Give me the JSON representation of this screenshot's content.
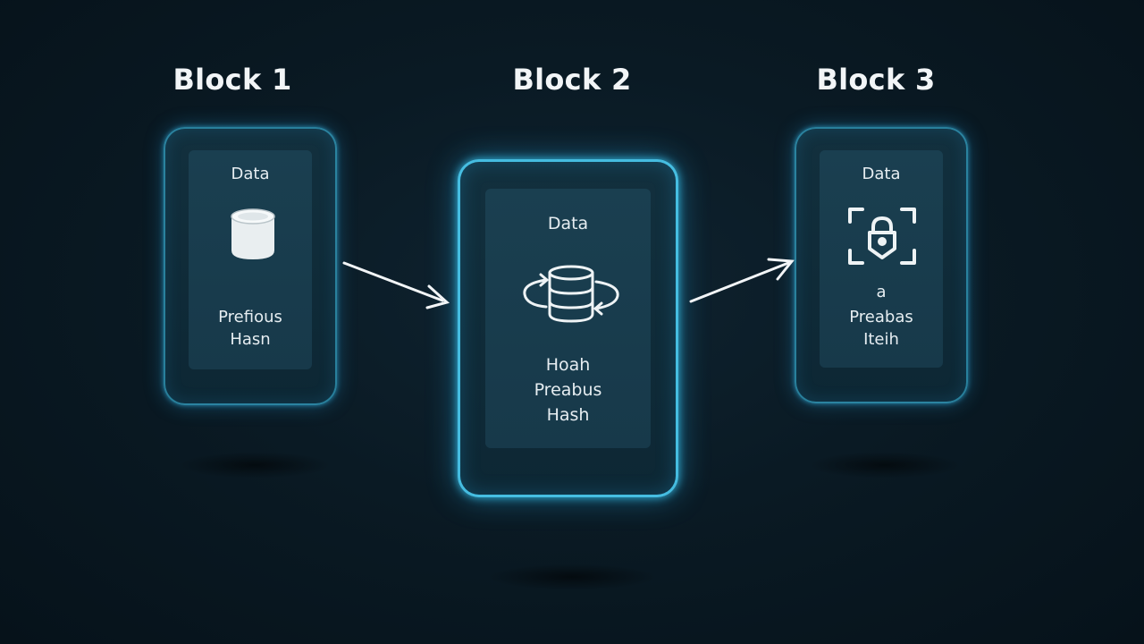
{
  "blocks": [
    {
      "title": "Block 1",
      "data_label": "Data",
      "icon": "database-cylinder-icon",
      "lines": [
        "Prefious",
        "Hasn"
      ]
    },
    {
      "title": "Block 2",
      "data_label": "Data",
      "icon": "database-sync-icon",
      "lines": [
        "Hoah",
        "Preabus",
        "Hash"
      ]
    },
    {
      "title": "Block 3",
      "data_label": "Data",
      "icon": "lock-scan-icon",
      "lines": [
        "a",
        "Preabas",
        "Iteih"
      ]
    }
  ],
  "colors": {
    "background": "#0a1a24",
    "glow": "#3cc8f0",
    "card_fill": "#17394a",
    "text": "#e6edf1"
  }
}
